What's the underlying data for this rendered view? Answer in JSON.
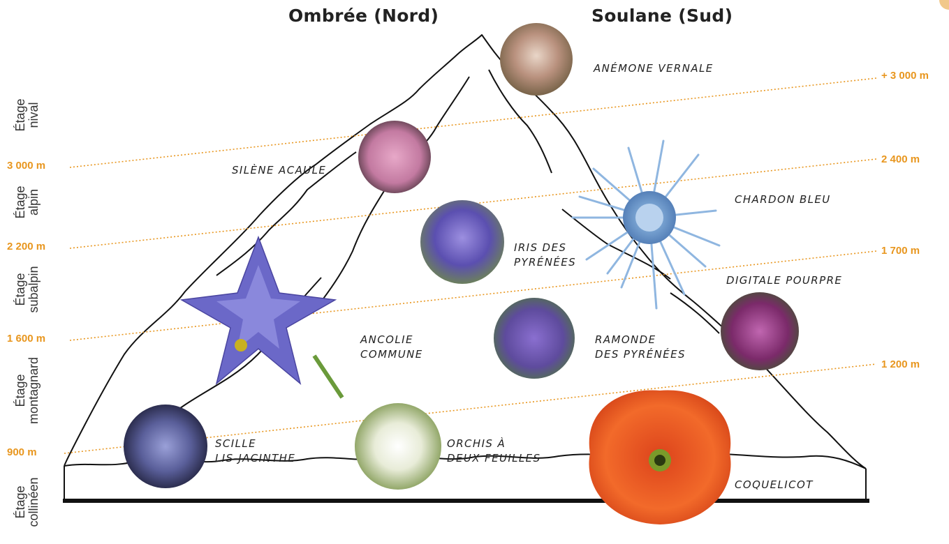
{
  "headers": {
    "north": "Ombrée (Nord)",
    "south": "Soulane (Sud)"
  },
  "left_altitudes": [
    "3 000 m",
    "2 200 m",
    "1 600 m",
    "900 m"
  ],
  "right_altitudes": [
    "+ 3 000 m",
    "2 400 m",
    "1 700 m",
    "1 200 m"
  ],
  "stages": [
    {
      "line1": "Étage",
      "line2": "nival"
    },
    {
      "line1": "Étage",
      "line2": "alpin"
    },
    {
      "line1": "Étage",
      "line2": "subalpin"
    },
    {
      "line1": "Étage",
      "line2": "montagnard"
    },
    {
      "line1": "Étage",
      "line2": "collinéen"
    }
  ],
  "plants": {
    "anemone": "ANÉMONE VERNALE",
    "silene": "SILÈNE ACAULE",
    "chardon": "CHARDON BLEU",
    "iris": [
      "IRIS DES",
      "PYRÉNÉES"
    ],
    "digitale": "DIGITALE POURPRE",
    "ancolie": [
      "ANCOLIE",
      "COMMUNE"
    ],
    "ramonde": [
      "RAMONDE",
      "DES PYRÉNÉES"
    ],
    "scille": [
      "SCILLE",
      "LIS-JACINTHE"
    ],
    "orchis": [
      "ORCHIS À",
      "DEUX FEUILLES"
    ],
    "coquelicot": "COQUELICOT"
  },
  "colors": {
    "altitude": "#e8961e",
    "ground": "#111111",
    "outline": "#111111"
  }
}
